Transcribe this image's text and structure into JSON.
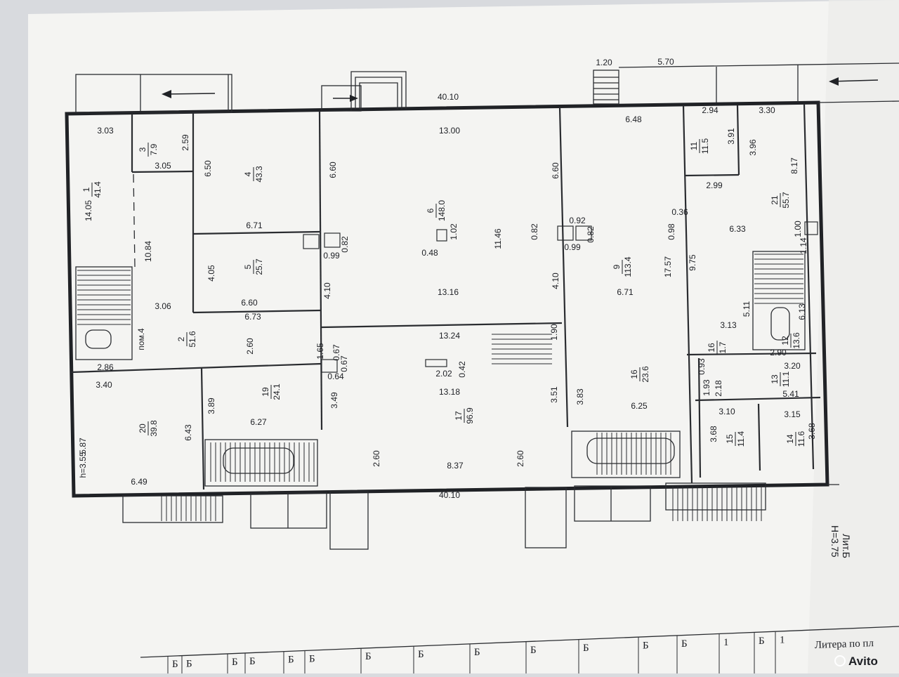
{
  "top_dims": {
    "total": "40.10",
    "stair_w": "1.20",
    "dist": "5.70"
  },
  "bottom_dims": {
    "total": "40.10",
    "center": "8.37",
    "d_left": "2.60",
    "d_right": "2.60"
  },
  "rooms": [
    {
      "no": "1",
      "area": "41.4",
      "dims": [
        "3.03",
        "14.05"
      ]
    },
    {
      "no": "3",
      "area": "7.9",
      "dims": [
        "2.59",
        "3.05"
      ]
    },
    {
      "no": "4",
      "area": "43.3",
      "dims": [
        "6.50",
        "6.71"
      ]
    },
    {
      "no": "5",
      "area": "25.7",
      "dims": [
        "4.05",
        "6.60"
      ]
    },
    {
      "no": "2",
      "area": "51.6",
      "dims": [
        "10.84",
        "3.06",
        "2.60",
        "6.73",
        "2.86"
      ],
      "note": "пом.4"
    },
    {
      "no": "19",
      "area": "24.1",
      "dims": [
        "3.89",
        "6.27",
        "3.49"
      ]
    },
    {
      "no": "20",
      "area": "39.8",
      "dims": [
        "3.40",
        "6.43",
        "5.87",
        "6.49"
      ],
      "height": "h=3.55"
    },
    {
      "no": "6",
      "area": "148.0",
      "dims": [
        "13.00",
        "6.60",
        "11.46",
        "13.16",
        "4.10",
        "1.02",
        "0.48"
      ]
    },
    {
      "no": "17",
      "area": "96.9",
      "dims": [
        "13.24",
        "13.18",
        "2.02",
        "0.42",
        "3.51",
        "1.90"
      ]
    },
    {
      "no": "9",
      "area": "113.4",
      "dims": [
        "6.48",
        "6.60",
        "17.57",
        "6.71",
        "4.10"
      ]
    },
    {
      "no": "16",
      "area": "23.6",
      "dims": [
        "3.83",
        "6.25"
      ]
    },
    {
      "no": "11",
      "area": "11.5",
      "dims": [
        "2.94",
        "3.91",
        "2.99"
      ]
    },
    {
      "no": "21",
      "area": "55.7",
      "dims": [
        "3.30",
        "3.96",
        "8.17",
        "6.33",
        "9.75",
        "3.13",
        "5.11",
        "1.00",
        "1.14"
      ]
    },
    {
      "no": "12",
      "area": "13.6",
      "dims": [
        "6.13",
        "2.90"
      ]
    },
    {
      "no": "16",
      "area": "1.7",
      "dims": [
        "0.93",
        "1.93",
        "2.18"
      ]
    },
    {
      "no": "13",
      "area": "11.1",
      "dims": [
        "3.20",
        "5.41"
      ]
    },
    {
      "no": "15",
      "area": "11.4",
      "dims": [
        "3.10",
        "3.68"
      ]
    },
    {
      "no": "14",
      "area": "11.6",
      "dims": [
        "3.15",
        "3.68"
      ]
    }
  ],
  "misc_dims": [
    "0.82",
    "0.99",
    "0.92",
    "0.82",
    "0.82",
    "0.99",
    "0.36",
    "0.98",
    "1.65",
    "0.67",
    "0.67",
    "0.64"
  ],
  "litera": {
    "label": "Лит.Б",
    "height": "H=3.75"
  },
  "table": {
    "header": "Литера по пл",
    "col_letter": "Б",
    "col_num": "1"
  },
  "watermark": "Avito"
}
